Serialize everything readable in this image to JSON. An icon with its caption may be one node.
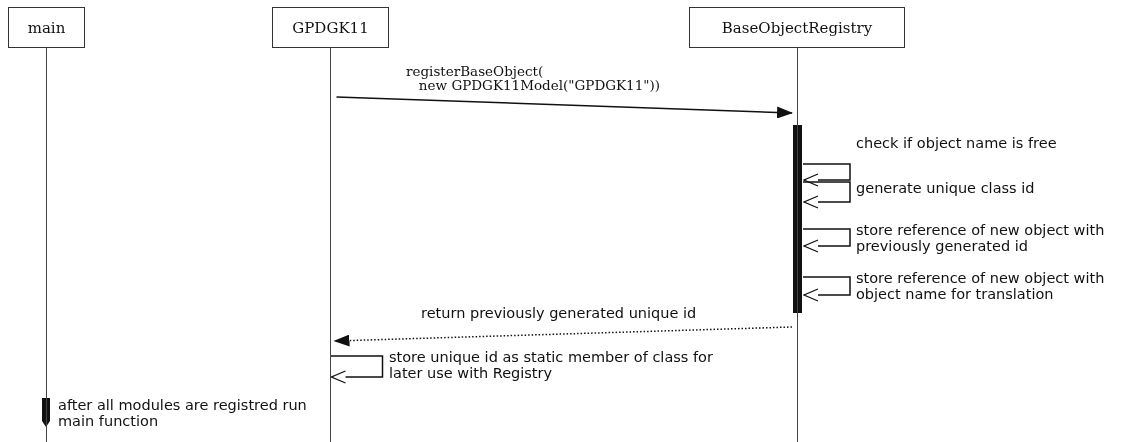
{
  "diagram": {
    "nodes": [
      {
        "text": [
          "main"
        ]
      },
      {
        "text": [
          "GPDGK11"
        ]
      },
      {
        "text": [
          "BaseObjectRegistry"
        ]
      }
    ],
    "edges": [
      {
        "from": 1,
        "to": 2,
        "arrow": "to",
        "label": "registerBaseObject( new GPDGK11Model(\"GPDGK11\"))"
      },
      {
        "from": 2,
        "to": 2,
        "arrow": "to",
        "label": "check if object name is free"
      },
      {
        "from": 2,
        "to": 2,
        "arrow": "to",
        "label": "generate unique class id"
      },
      {
        "from": 2,
        "to": 2,
        "arrow": "to",
        "label": "store reference of new object with previously generated id"
      },
      {
        "from": 2,
        "to": 2,
        "arrow": "to",
        "label": "store reference of new object with object name for translation"
      },
      {
        "from": 2,
        "to": 1,
        "arrow": "to",
        "label": "return previously generated unique id",
        "style": "dashed"
      },
      {
        "from": 1,
        "to": 1,
        "arrow": "to",
        "label": "store unique id as static member of class for later use with Registry"
      }
    ],
    "labels": [
      "after all modules are registred run main function"
    ]
  }
}
